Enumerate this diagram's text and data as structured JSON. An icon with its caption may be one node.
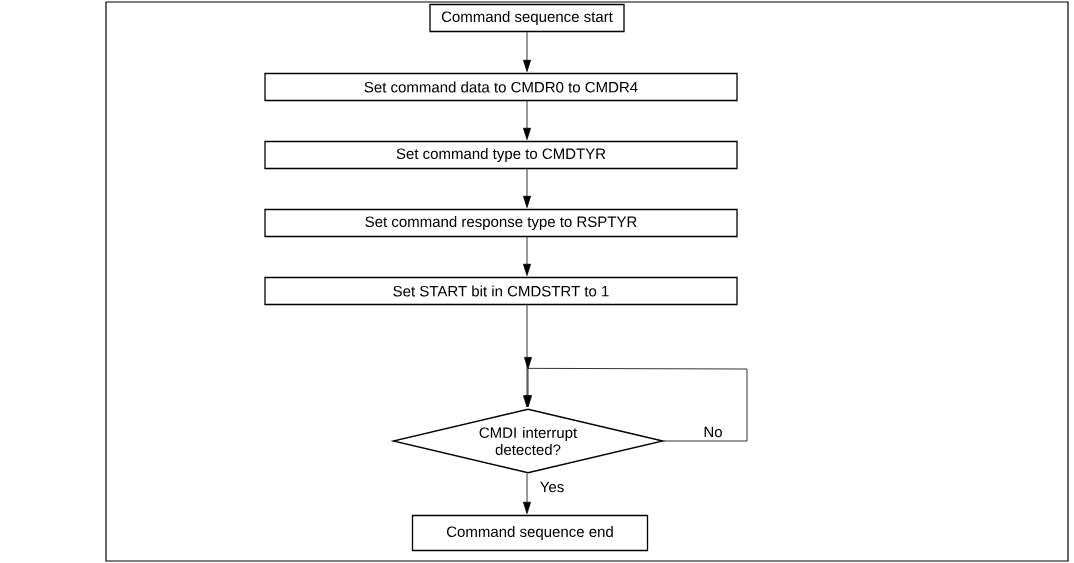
{
  "diagram": {
    "nodes": [
      {
        "text": [
          "Command sequence start"
        ]
      },
      {
        "text": [
          "Set command data to CMDR0 to CMDR4"
        ]
      },
      {
        "text": [
          "Set command type to CMDTYR"
        ]
      },
      {
        "text": [
          "Set command response type to RSPTYR"
        ]
      },
      {
        "text": [
          "Set START bit in CMDSTRT to 1"
        ]
      },
      {
        "text": [
          "CMDI interrupt detected?"
        ]
      },
      {
        "text": [
          "Command sequence end"
        ]
      }
    ],
    "edges": [
      {
        "from": 0,
        "to": 1,
        "arrow": "to"
      },
      {
        "from": 1,
        "to": 2,
        "arrow": "to"
      },
      {
        "from": 2,
        "to": 3,
        "arrow": "to"
      },
      {
        "from": 3,
        "to": 4,
        "arrow": "to"
      },
      {
        "from": 4,
        "to": 5,
        "arrow": "to"
      },
      {
        "from": 5,
        "to": 5,
        "label": "No",
        "arrow": "to"
      },
      {
        "from": 5,
        "to": 6,
        "label": "Yes",
        "arrow": "to"
      }
    ]
  }
}
